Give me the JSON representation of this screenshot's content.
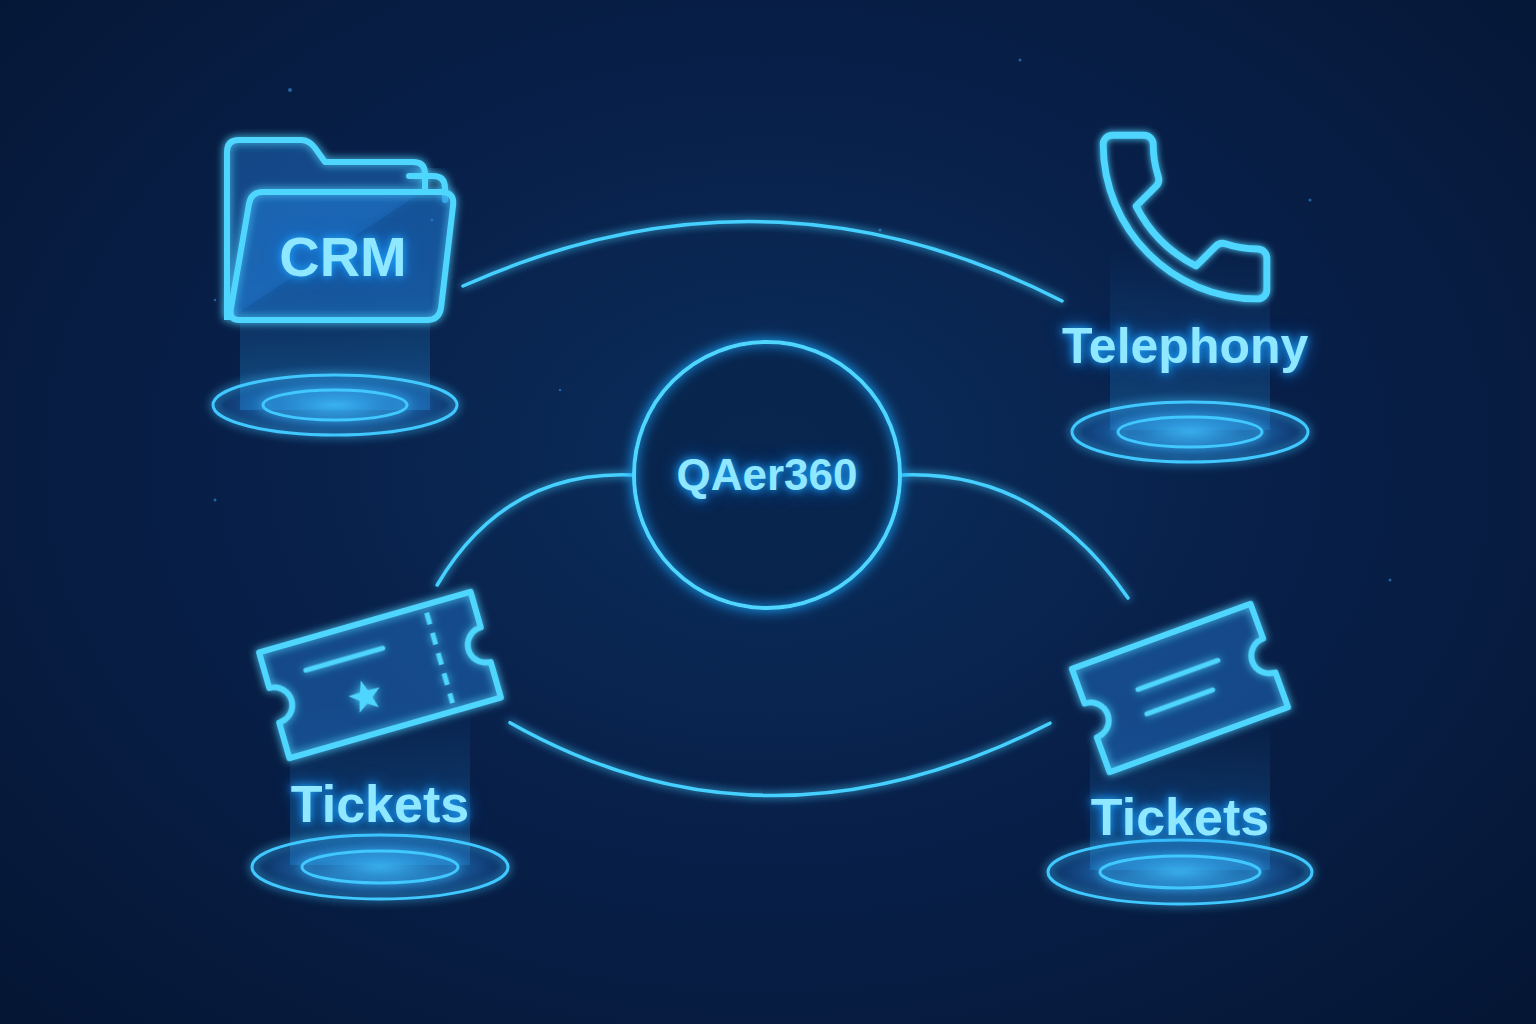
{
  "diagram": {
    "nodes": [
      {
        "text": [
          "CRM"
        ]
      },
      {
        "text": [
          "Telephony"
        ]
      },
      {
        "text": [
          "QAer360"
        ]
      },
      {
        "text": [
          "Tickets"
        ]
      },
      {
        "text": [
          "Tickets"
        ]
      }
    ],
    "edges": [
      {
        "from": 0,
        "to": 1,
        "arrow": "none"
      },
      {
        "from": 2,
        "to": 3,
        "arrow": "none"
      },
      {
        "from": 2,
        "to": 4,
        "arrow": "none"
      },
      {
        "from": 3,
        "to": 4,
        "arrow": "none"
      }
    ]
  }
}
